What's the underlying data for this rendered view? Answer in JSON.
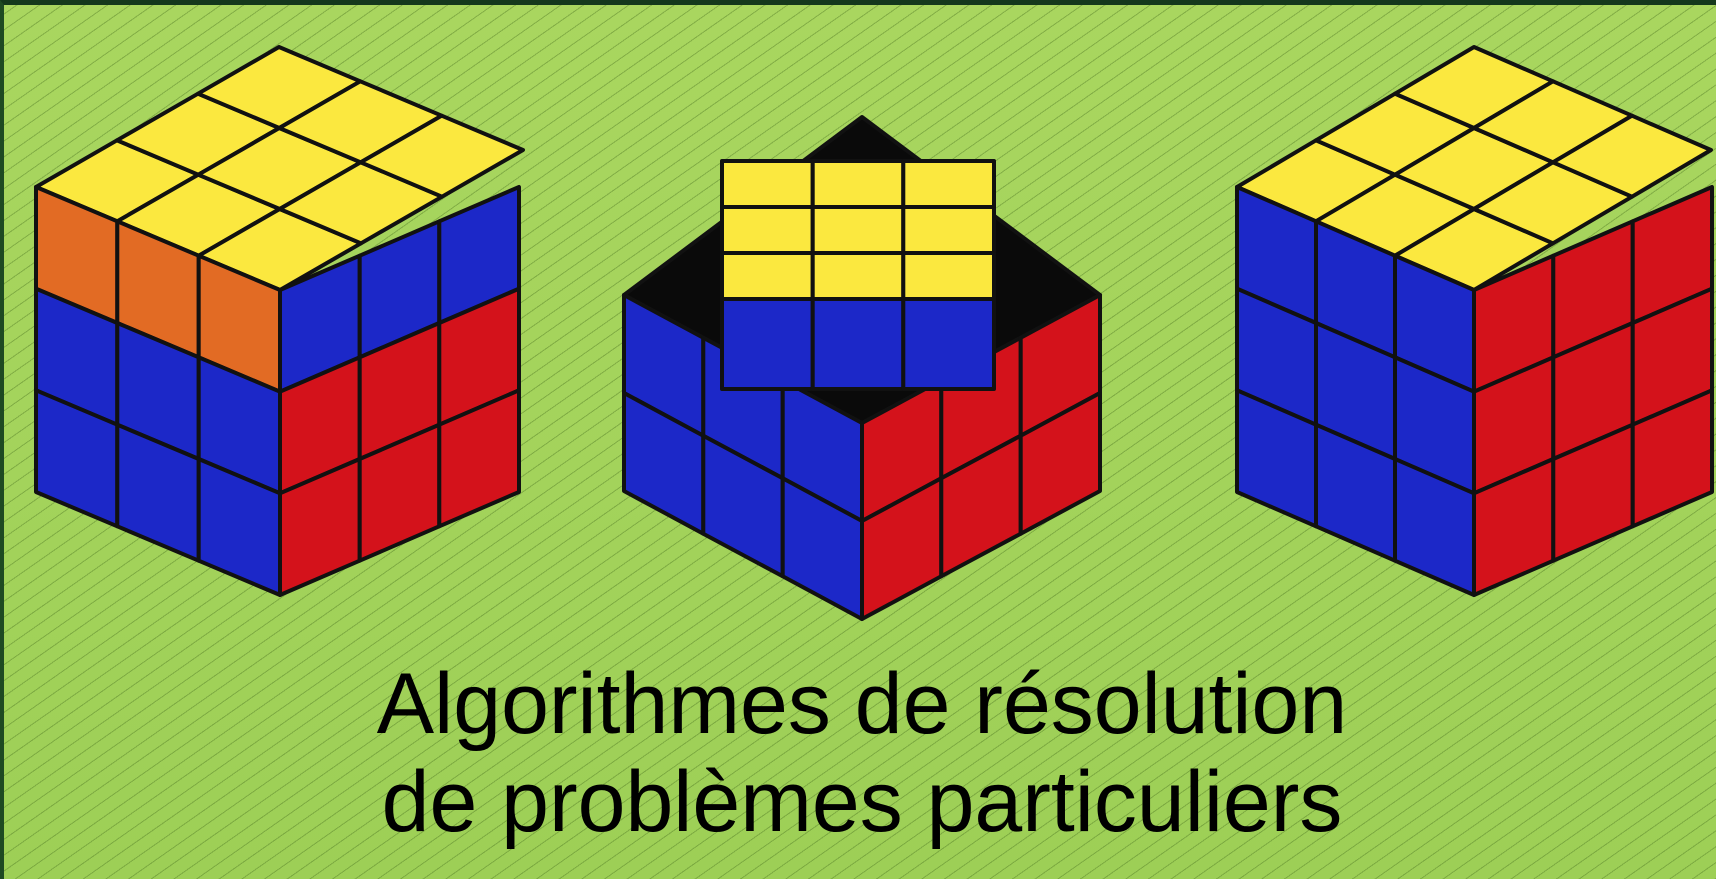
{
  "caption": {
    "line1": "Algorithmes de résolution",
    "line2": "de problèmes particuliers"
  },
  "colors": {
    "yellow": "#fbe83f",
    "blue": "#1c28c8",
    "red": "#d4121b",
    "orange": "#e26b24",
    "black": "#0a0a0a",
    "background": "#a6d55d"
  },
  "cubes": [
    {
      "name": "cube-top-layer-unsolved",
      "faces": {
        "top": [
          "yellow",
          "yellow",
          "yellow",
          "yellow",
          "yellow",
          "yellow",
          "yellow",
          "yellow",
          "yellow"
        ],
        "left": [
          "orange",
          "orange",
          "orange",
          "blue",
          "blue",
          "blue",
          "blue",
          "blue",
          "blue"
        ],
        "right": [
          "blue",
          "blue",
          "blue",
          "red",
          "red",
          "red",
          "red",
          "red",
          "red"
        ]
      }
    },
    {
      "name": "cube-top-layer-lifted",
      "base_faces": {
        "left": [
          "blue",
          "blue",
          "blue",
          "blue",
          "blue",
          "blue"
        ],
        "right": [
          "red",
          "red",
          "red",
          "red",
          "red",
          "red"
        ]
      },
      "lifted_layer": {
        "top": [
          "yellow",
          "yellow",
          "yellow",
          "yellow",
          "yellow",
          "yellow",
          "yellow",
          "yellow",
          "yellow"
        ],
        "front": [
          "blue",
          "blue",
          "blue"
        ]
      }
    },
    {
      "name": "cube-solved",
      "faces": {
        "top": [
          "yellow",
          "yellow",
          "yellow",
          "yellow",
          "yellow",
          "yellow",
          "yellow",
          "yellow",
          "yellow"
        ],
        "left": [
          "blue",
          "blue",
          "blue",
          "blue",
          "blue",
          "blue",
          "blue",
          "blue",
          "blue"
        ],
        "right": [
          "red",
          "red",
          "red",
          "red",
          "red",
          "red",
          "red",
          "red",
          "red"
        ]
      }
    }
  ]
}
